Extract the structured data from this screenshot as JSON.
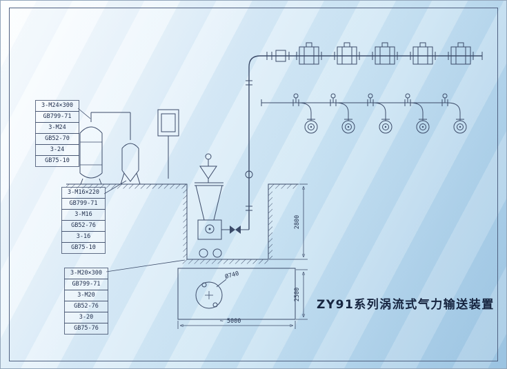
{
  "title": "ZY91系列涡流式气力输送装置",
  "label_groups": [
    {
      "id": "m24-bolt-set",
      "lines": [
        "3-M24×300",
        "GB799-71",
        "3-M24",
        "GB52-70",
        "3-24",
        "GB75-10"
      ]
    },
    {
      "id": "m16-bolt-set",
      "lines": [
        "3-M16×220",
        "GB799-71",
        "3-M16",
        "GB52-76",
        "3-16",
        "GB75-10"
      ]
    },
    {
      "id": "m20-bolt-set",
      "lines": [
        "3-M20×300",
        "GB799-71",
        "3-M20",
        "GB52-76",
        "3-20",
        "GB75-76"
      ]
    }
  ],
  "dimensions": {
    "pit_height": "2800",
    "detail_height": "2500",
    "base_width": "~ 5000",
    "rotor_diameter": "Ø740"
  },
  "colors": {
    "line": "#3b4a68",
    "text": "#22304e",
    "frame": "#4f6080",
    "background_top": "#f8fcff",
    "background_bottom": "#9dc5e2"
  }
}
